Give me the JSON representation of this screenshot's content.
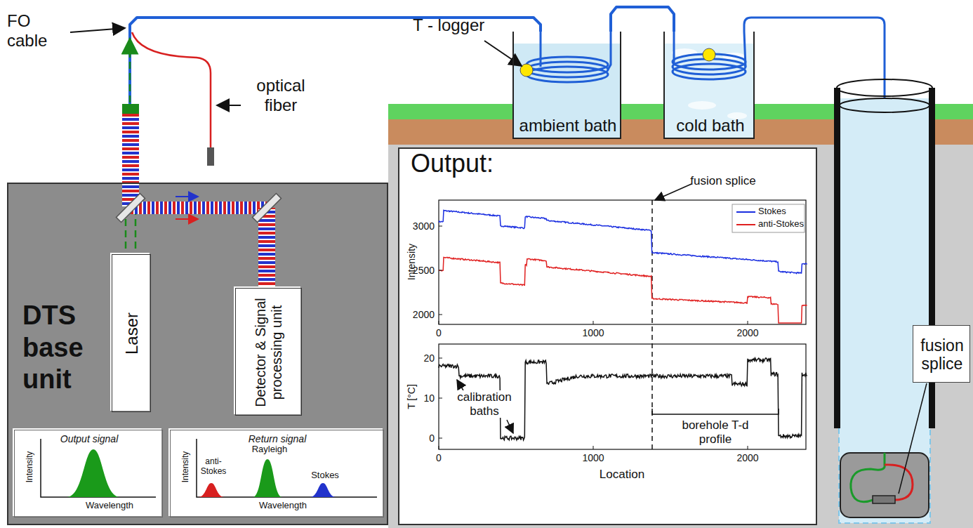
{
  "diagram": {
    "nodes": [
      {
        "text": [
          "DTS base unit"
        ]
      },
      {
        "text": [
          "Laser"
        ],
        "in": 0
      },
      {
        "text": [
          "Detector & Signal processing unit"
        ],
        "in": 0
      },
      {
        "text": [
          "Output signal",
          "Intensity",
          "Wavelength"
        ],
        "in": 0
      },
      {
        "text": [
          "Return signal",
          "anti-Stokes",
          "Rayleigh",
          "Stokes",
          "Intensity",
          "Wavelength"
        ],
        "in": 0
      },
      {
        "text": [
          "ambient bath"
        ]
      },
      {
        "text": [
          "cold bath"
        ]
      },
      {
        "text": [
          "Output:"
        ]
      },
      {
        "text": [
          "fusion splice"
        ]
      }
    ],
    "edges": [
      {
        "from": 0,
        "to": 5,
        "arrow": "none"
      },
      {
        "from": 5,
        "to": 6,
        "arrow": "none"
      }
    ],
    "labels": [
      "FO cable",
      "optical fiber",
      "T - logger",
      "fusion splice",
      "3000",
      "2500",
      "2000",
      "0",
      "1000",
      "2000",
      "Intensity",
      "20",
      "10",
      "0",
      "0",
      "1000",
      "2000",
      "T [°C]",
      "Location",
      "calibration baths",
      "borehole T-d profile"
    ],
    "legend": [
      {
        "text": "Stokes"
      },
      {
        "text": "anti-Stokes"
      }
    ]
  }
}
